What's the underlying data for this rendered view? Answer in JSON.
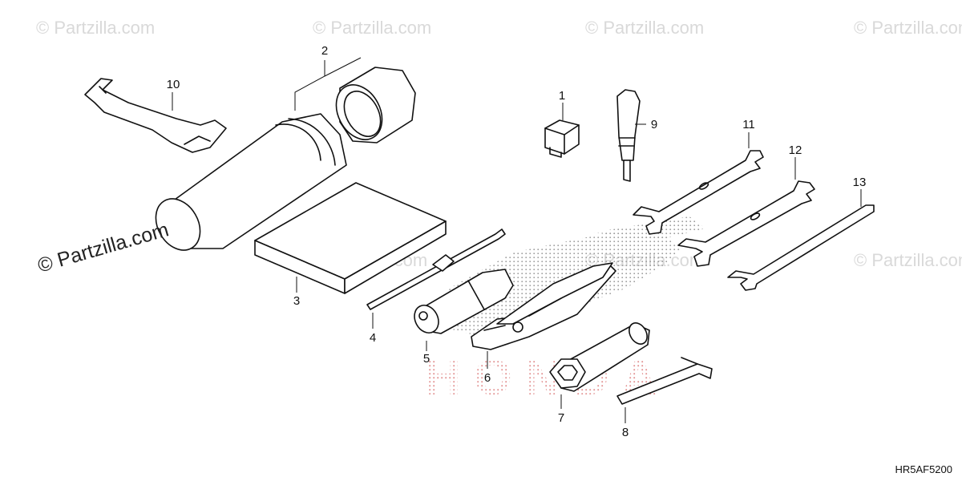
{
  "watermark": {
    "text": "© Partzilla.com",
    "main_text": "© Partzilla.com"
  },
  "diagram_code": "HR5AF5200",
  "logo_text": "HONDA",
  "parts": [
    {
      "number": "1"
    },
    {
      "number": "2"
    },
    {
      "number": "3"
    },
    {
      "number": "4"
    },
    {
      "number": "5"
    },
    {
      "number": "6"
    },
    {
      "number": "7"
    },
    {
      "number": "8"
    },
    {
      "number": "9"
    },
    {
      "number": "10"
    },
    {
      "number": "11"
    },
    {
      "number": "12"
    },
    {
      "number": "13"
    }
  ]
}
